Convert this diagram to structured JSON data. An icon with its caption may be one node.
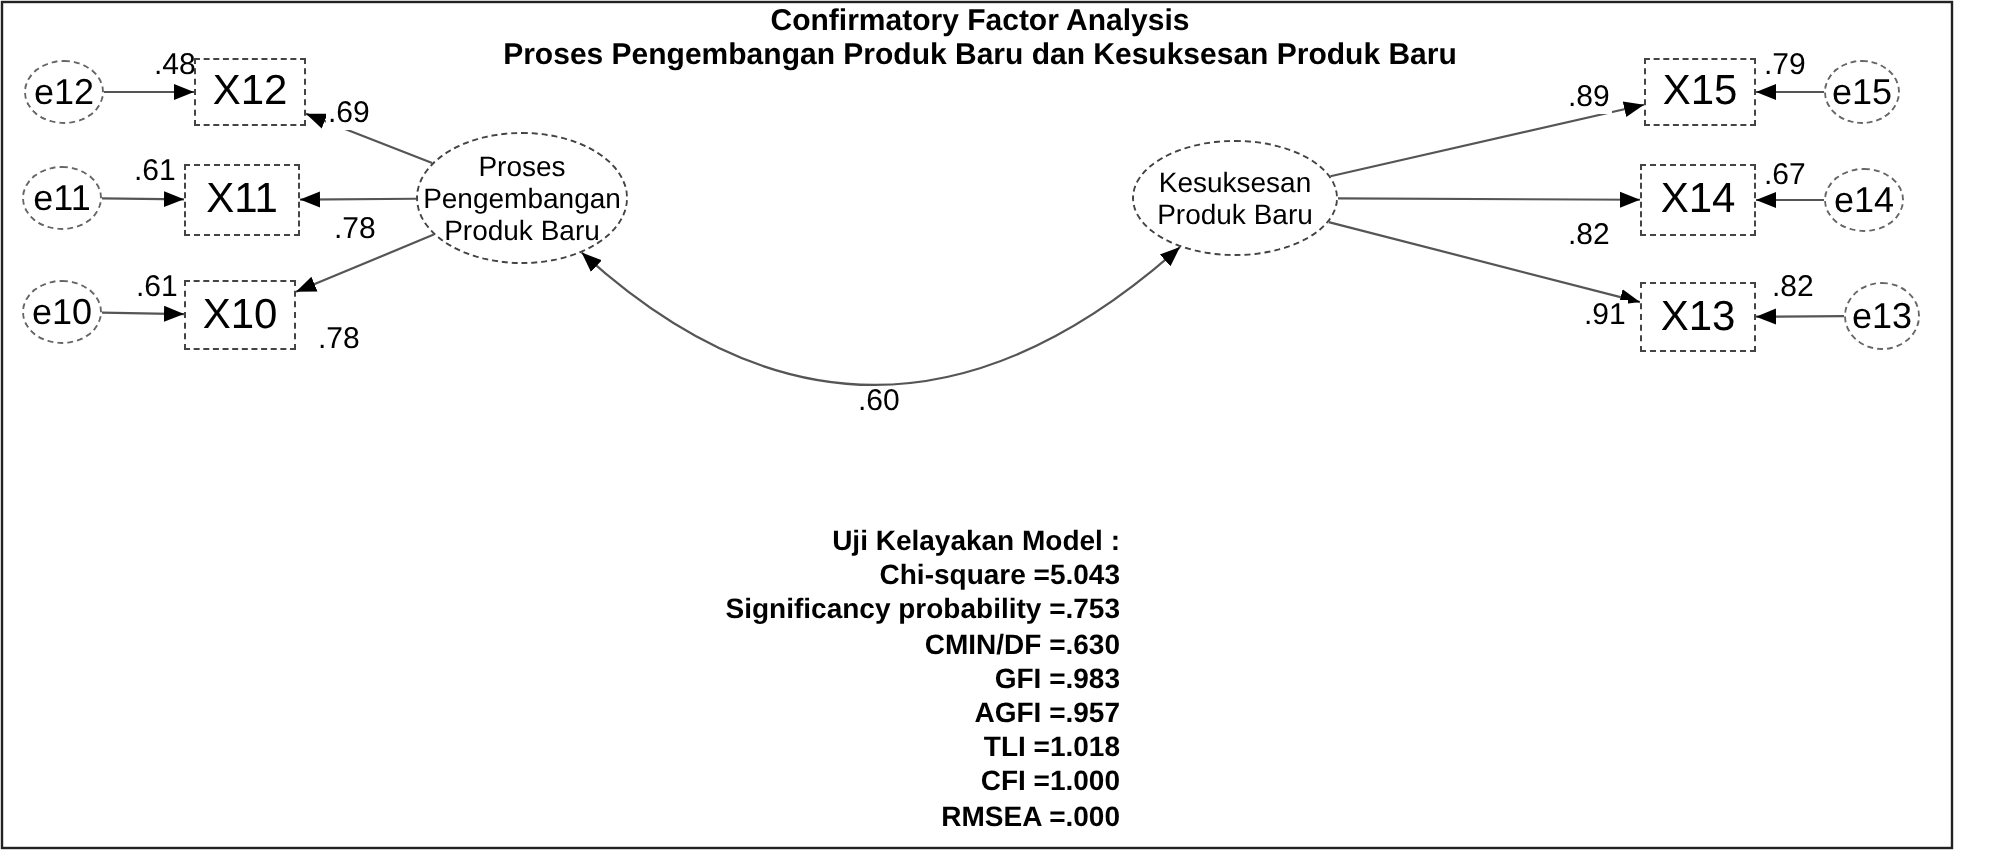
{
  "diagram": {
    "title": "Confirmatory Factor Analysis",
    "nodes": [
      {
        "text": [
          "e12"
        ]
      },
      {
        "text": [
          "X12"
        ],
        "beside": [
          ".48"
        ]
      },
      {
        "text": [
          "X15"
        ],
        "beside": [
          ".79"
        ]
      },
      {
        "text": [
          "e15"
        ]
      },
      {
        "text": [
          "e11"
        ]
      },
      {
        "text": [
          "X11"
        ],
        "beside": [
          ".61"
        ]
      },
      {
        "text": [
          "Proses Pengembangan Produk Baru"
        ]
      },
      {
        "text": [
          "Kesuksesan Produk Baru"
        ]
      },
      {
        "text": [
          "X14"
        ],
        "beside": [
          ".67"
        ]
      },
      {
        "text": [
          "e14"
        ]
      },
      {
        "text": [
          "e10"
        ]
      },
      {
        "text": [
          "X10"
        ],
        "beside": [
          ".61"
        ]
      },
      {
        "text": [
          "X13"
        ],
        "beside": [
          ".82"
        ]
      },
      {
        "text": [
          "e13"
        ]
      }
    ],
    "edges": [
      {
        "from": 0,
        "to": 1,
        "arrow": "to"
      },
      {
        "from": 4,
        "to": 5,
        "arrow": "to"
      },
      {
        "from": 10,
        "to": 11,
        "arrow": "to"
      },
      {
        "from": 3,
        "to": 2,
        "arrow": "to"
      },
      {
        "from": 9,
        "to": 8,
        "arrow": "to"
      },
      {
        "from": 13,
        "to": 12,
        "arrow": "to"
      },
      {
        "from": 6,
        "to": 1,
        "arrow": "to",
        "label": ".69"
      },
      {
        "from": 6,
        "to": 5,
        "arrow": "to",
        "label": ".78"
      },
      {
        "from": 6,
        "to": 11,
        "arrow": "to",
        "label": ".78"
      },
      {
        "from": 7,
        "to": 2,
        "arrow": "to",
        "label": ".89"
      },
      {
        "from": 7,
        "to": 8,
        "arrow": "to",
        "label": ".82"
      },
      {
        "from": 7,
        "to": 12,
        "arrow": "to",
        "label": ".91"
      },
      {
        "from": 6,
        "to": 7,
        "arrow": "both",
        "label": ".60"
      }
    ],
    "labels": [
      "Proses Pengembangan Produk Baru dan Kesuksesan Produk Baru",
      "Uji Kelayakan Model :",
      "Chi-square =5.043",
      "Significancy probability =.753",
      "CMIN/DF =.630",
      "GFI =.983",
      "AGFI =.957",
      "TLI =1.018",
      "CFI =1.000",
      "RMSEA =.000"
    ]
  }
}
